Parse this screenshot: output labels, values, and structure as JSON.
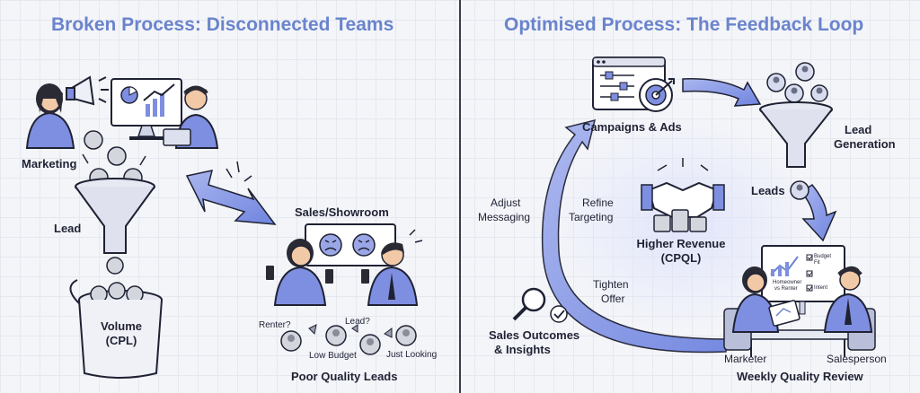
{
  "left": {
    "title": "Broken Process: Disconnected Teams",
    "marketing": "Marketing",
    "lead": "Lead",
    "volume": "Volume",
    "cpl": "(CPL)",
    "sales_showroom": "Sales/Showroom",
    "poor_quality": "Poor Quality Leads",
    "tag_renter": "Renter?",
    "tag_lead": "Lead?",
    "tag_low_budget": "Low Budget",
    "tag_just_looking": "Just Looking"
  },
  "right": {
    "title": "Optimised Process: The Feedback Loop",
    "campaigns": "Campaigns & Ads",
    "lead_generation_1": "Lead",
    "lead_generation_2": "Generation",
    "leads": "Leads",
    "adjust_1": "Adjust",
    "adjust_2": "Messaging",
    "refine_1": "Refine",
    "refine_2": "Targeting",
    "revenue_1": "Higher Revenue",
    "revenue_2": "(CPQL)",
    "tighten_1": "Tighten",
    "tighten_2": "Offer",
    "insights_1": "Sales Outcomes",
    "insights_2": "& Insights",
    "marketer": "Marketer",
    "salesperson": "Salesperson",
    "weekly": "Weekly Quality Review",
    "board_budget": "Budget",
    "board_fit": "Fit",
    "board_homeowner": "Homeowner",
    "board_vs": "vs Renter",
    "board_intent": "Intent"
  },
  "colors": {
    "accent": "#6a84cc",
    "arrow": "#7b8fe0",
    "ink": "#1f2233",
    "skin": "#f2c9a6",
    "shirt": "#7e8ee0"
  }
}
